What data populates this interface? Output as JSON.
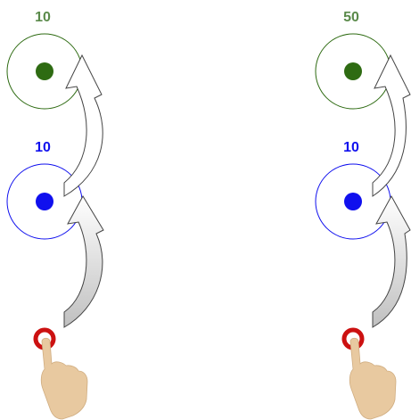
{
  "colors": {
    "green": "#2e6b12",
    "green_label": "#5a8a4a",
    "blue": "#1010ee",
    "red": "#cc1111",
    "arrow_fill": "#ffffff",
    "arrow_fill_low": "#c8c8c8",
    "arrow_stroke": "#555555",
    "hand": "#e8c9a0"
  },
  "panels": [
    {
      "top_value": "10",
      "middle_value": "10"
    },
    {
      "top_value": "50",
      "middle_value": "10"
    }
  ]
}
